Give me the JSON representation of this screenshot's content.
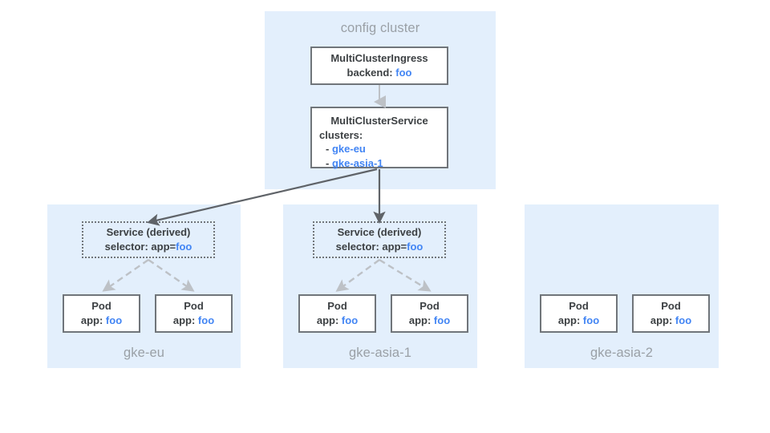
{
  "diagram": {
    "title_text": "",
    "colors": {
      "panel_bg": "#e3effc",
      "box_border": "#70757a",
      "text": "#3c4043",
      "accent_blue": "#4285f4",
      "panel_label": "#9aa0a6",
      "arrow_dark": "#5f6368",
      "arrow_light": "#bdc1c6"
    }
  },
  "config_cluster": {
    "label": "config cluster",
    "multi_cluster_ingress": {
      "name": "MultiClusterIngress",
      "field_label": "backend:",
      "field_value": "foo"
    },
    "multi_cluster_service": {
      "name": "MultiClusterService",
      "field_label": "clusters:",
      "items": [
        {
          "bullet": "-",
          "value": "gke-eu"
        },
        {
          "bullet": "-",
          "value": "gke-asia-1"
        }
      ]
    }
  },
  "clusters": [
    {
      "label": "gke-eu",
      "has_service": true,
      "service": {
        "name": "Service (derived)",
        "field_label": "selector: app=",
        "field_value": "foo"
      },
      "pods": [
        {
          "name": "Pod",
          "field_label": "app:",
          "field_value": "foo"
        },
        {
          "name": "Pod",
          "field_label": "app:",
          "field_value": "foo"
        }
      ]
    },
    {
      "label": "gke-asia-1",
      "has_service": true,
      "service": {
        "name": "Service (derived)",
        "field_label": "selector: app=",
        "field_value": "foo"
      },
      "pods": [
        {
          "name": "Pod",
          "field_label": "app:",
          "field_value": "foo"
        },
        {
          "name": "Pod",
          "field_label": "app:",
          "field_value": "foo"
        }
      ]
    },
    {
      "label": "gke-asia-2",
      "has_service": false,
      "service": null,
      "pods": [
        {
          "name": "Pod",
          "field_label": "app:",
          "field_value": "foo"
        },
        {
          "name": "Pod",
          "field_label": "app:",
          "field_value": "foo"
        }
      ]
    }
  ]
}
